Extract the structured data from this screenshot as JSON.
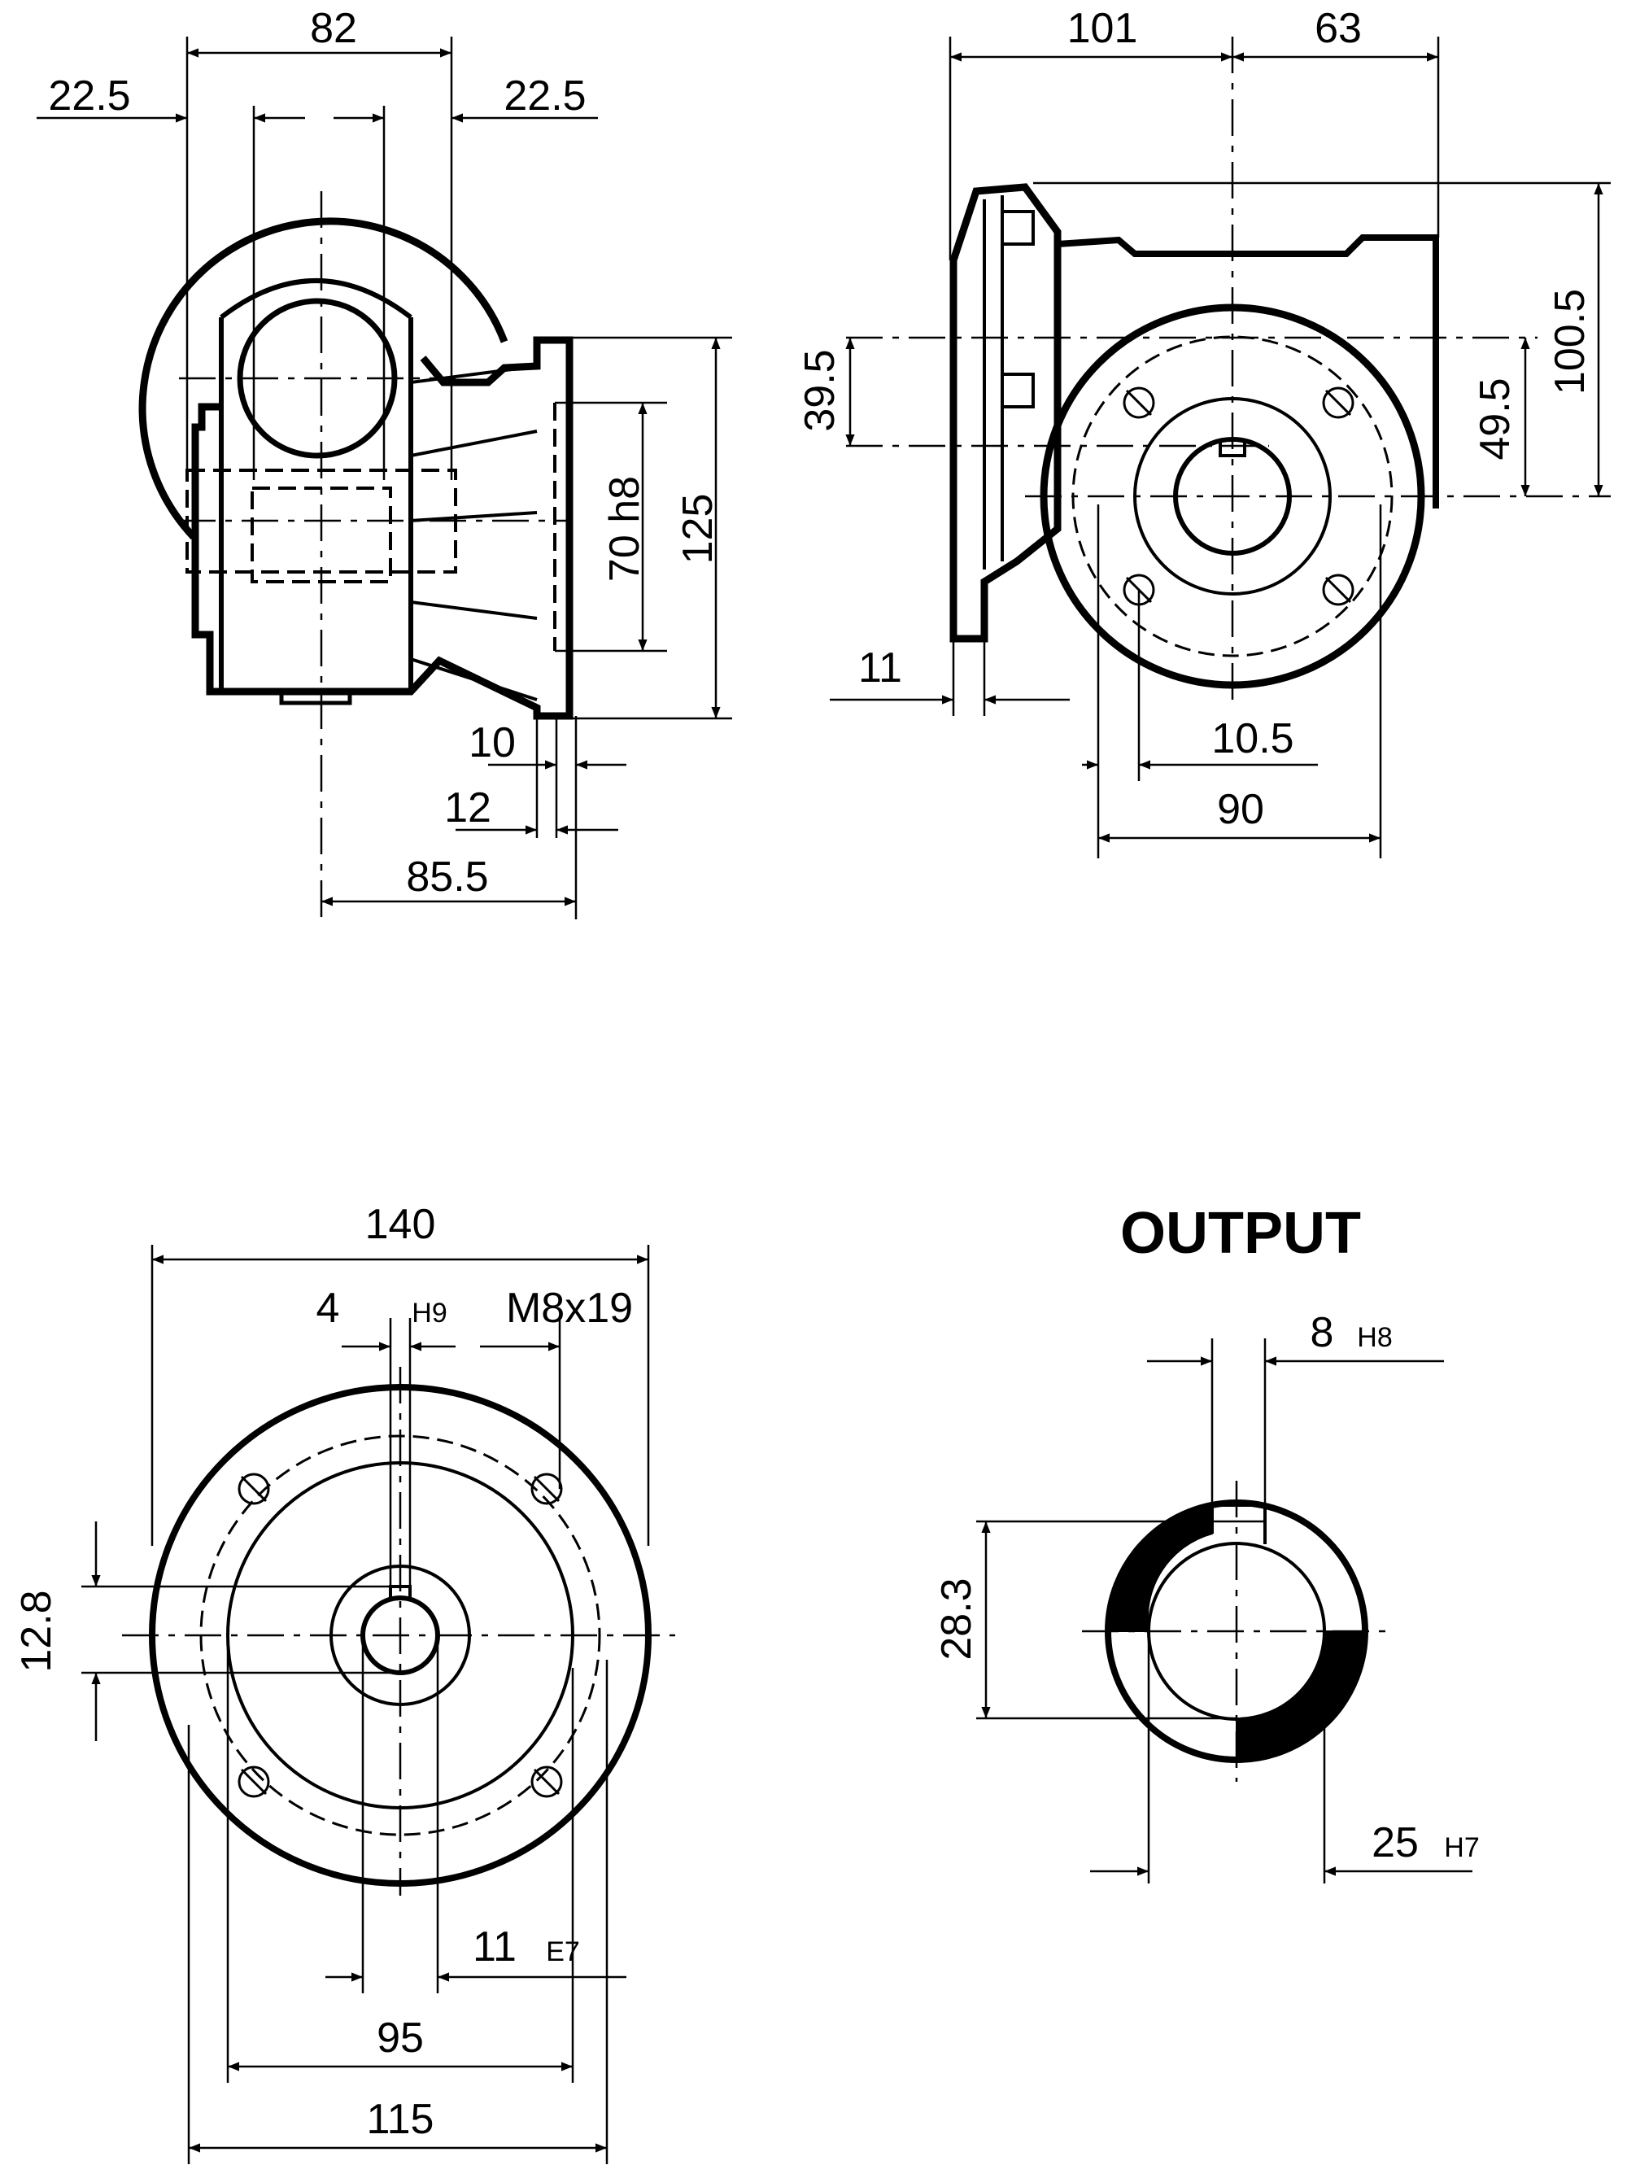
{
  "view_side": {
    "dim_width_top": "82",
    "dim_left_offset": "22.5",
    "dim_right_offset": "22.5",
    "dim_flange_pilot": "70 h8",
    "dim_flange_height": "125",
    "dim_spigot": "10",
    "dim_flange_thick": "12",
    "dim_axis_to_flange": "85.5"
  },
  "view_front": {
    "dim_left": "101",
    "dim_right": "63",
    "dim_input_offset": "39.5",
    "dim_output_offset": "49.5",
    "dim_total_height": "100.5",
    "dim_flange_thk": "11",
    "dim_hole_offset": "10.5",
    "dim_bolt_spacing": "90"
  },
  "view_flange": {
    "dim_diameter": "140",
    "dim_key_width": "4",
    "dim_key_tol": "H9",
    "dim_thread": "M8x19",
    "dim_key_height": "12.8",
    "dim_bore": "11",
    "dim_bore_tol": "E7",
    "dim_pilot": "95",
    "dim_bolt_circle": "115"
  },
  "view_output": {
    "title": "OUTPUT",
    "dim_key_width": "8",
    "dim_key_tol": "H8",
    "dim_key_height": "28.3",
    "dim_bore": "25",
    "dim_bore_tol": "H7"
  }
}
